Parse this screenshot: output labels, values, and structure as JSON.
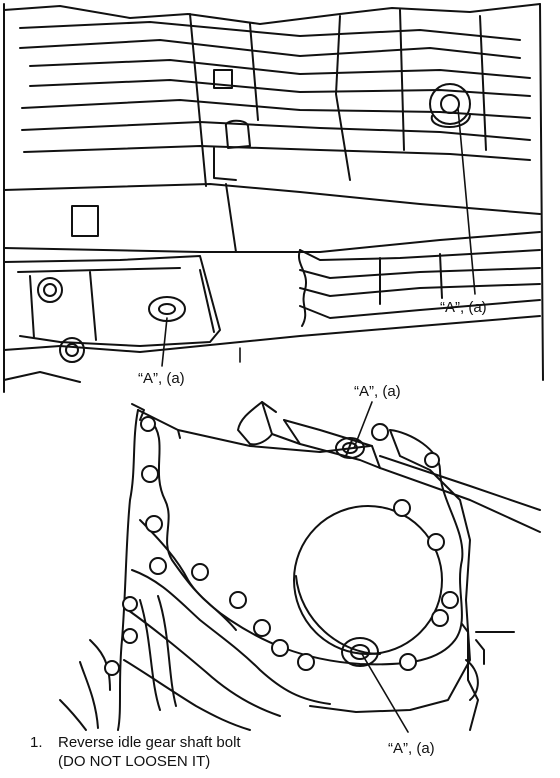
{
  "callouts": [
    {
      "id": "top-right",
      "text": "“A”, (a)"
    },
    {
      "id": "top-left",
      "text": "“A”, (a)"
    },
    {
      "id": "bottom-top",
      "text": "“A”, (a)"
    },
    {
      "id": "bottom-bottom",
      "text": "“A”, (a)"
    }
  ],
  "legend": {
    "number": "1.",
    "line1": "Reverse idle gear shaft bolt",
    "line2": "(DO NOT LOOSEN IT)"
  }
}
